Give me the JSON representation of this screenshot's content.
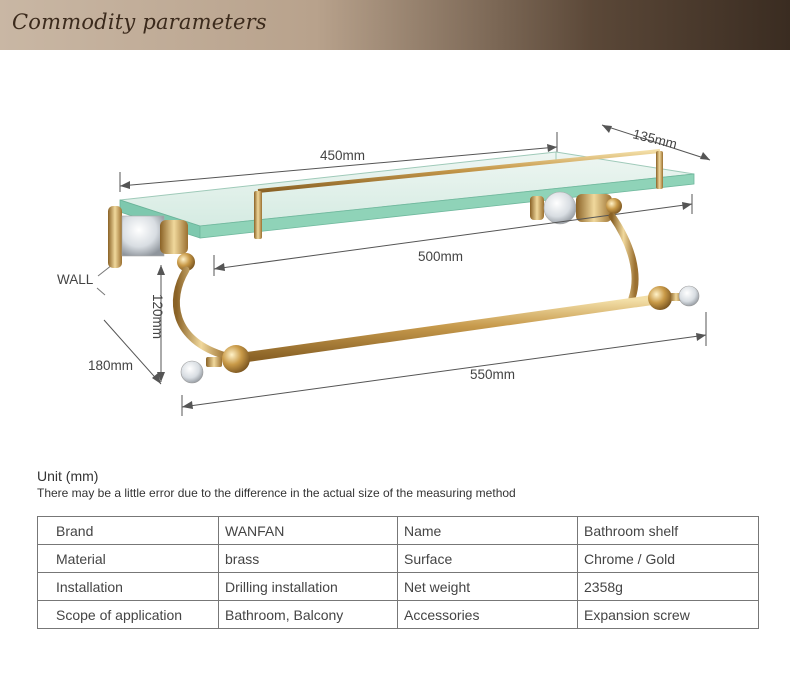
{
  "header": {
    "title": "Commodity parameters"
  },
  "diagram": {
    "labels": {
      "length_450": "450mm",
      "depth_135": "135mm",
      "wall": "WALL",
      "height_120": "120mm",
      "length_500": "500mm",
      "depth_180": "180mm",
      "length_550": "550mm"
    }
  },
  "unit": {
    "title": "Unit (mm)",
    "note": "There may be a little error due to the difference in the actual size of the measuring method"
  },
  "params": {
    "rows": [
      [
        "Brand",
        "WANFAN",
        "Name",
        "Bathroom shelf"
      ],
      [
        "Material",
        "brass",
        "Surface",
        "Chrome / Gold"
      ],
      [
        "Installation",
        "Drilling installation",
        "Net weight",
        "2358g"
      ],
      [
        "Scope of application",
        "Bathroom, Balcony",
        "Accessories",
        "Expansion screw"
      ]
    ]
  },
  "colors": {
    "gold": "#c9a45c",
    "glass": "#a9d9c6",
    "header_dark": "#3a2c21"
  }
}
